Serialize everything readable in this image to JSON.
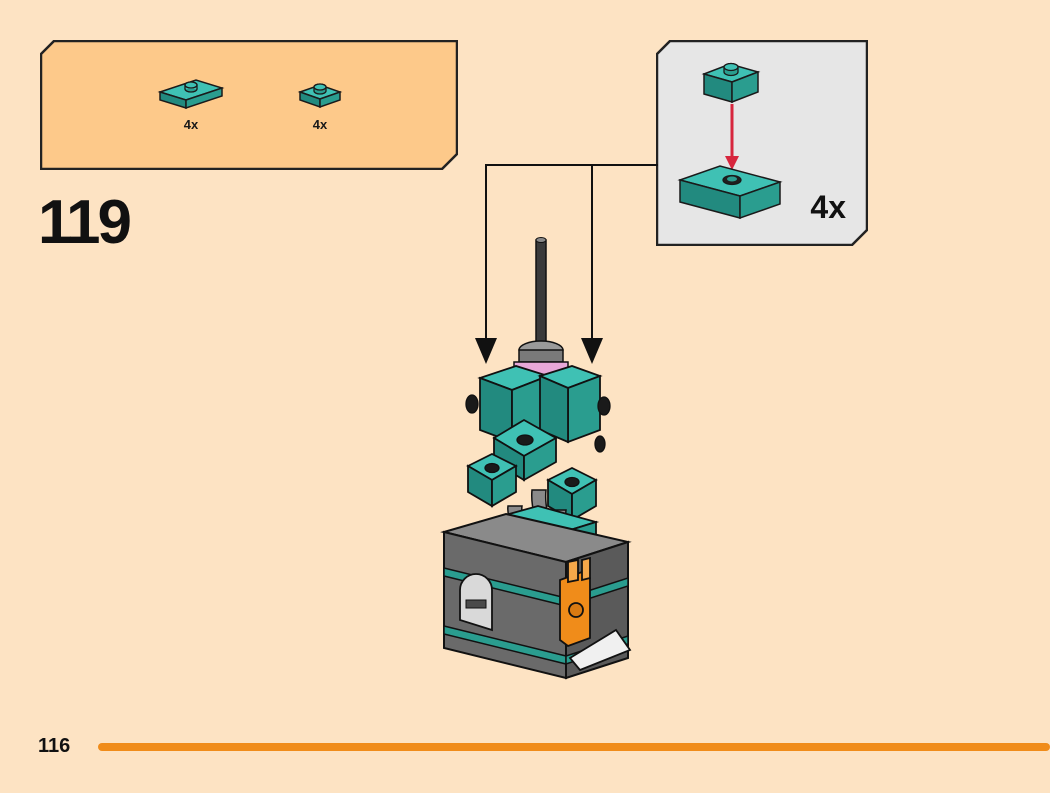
{
  "step": {
    "number": "119"
  },
  "parts_list": {
    "items": [
      {
        "name": "teal plate 1x2 with center stud",
        "qty": "4x"
      },
      {
        "name": "teal plate 1x1 round stud",
        "qty": "4x"
      }
    ]
  },
  "callout": {
    "qty": "4x"
  },
  "page": {
    "number": "116",
    "progress": 1.0
  },
  "colors": {
    "background": "#fde3c3",
    "parts_panel": "#fdc98a",
    "callout_panel": "#e6e6e6",
    "teal": "#2a9d8f",
    "accent_orange": "#f08c1a",
    "arrow_red": "#d7263d"
  }
}
